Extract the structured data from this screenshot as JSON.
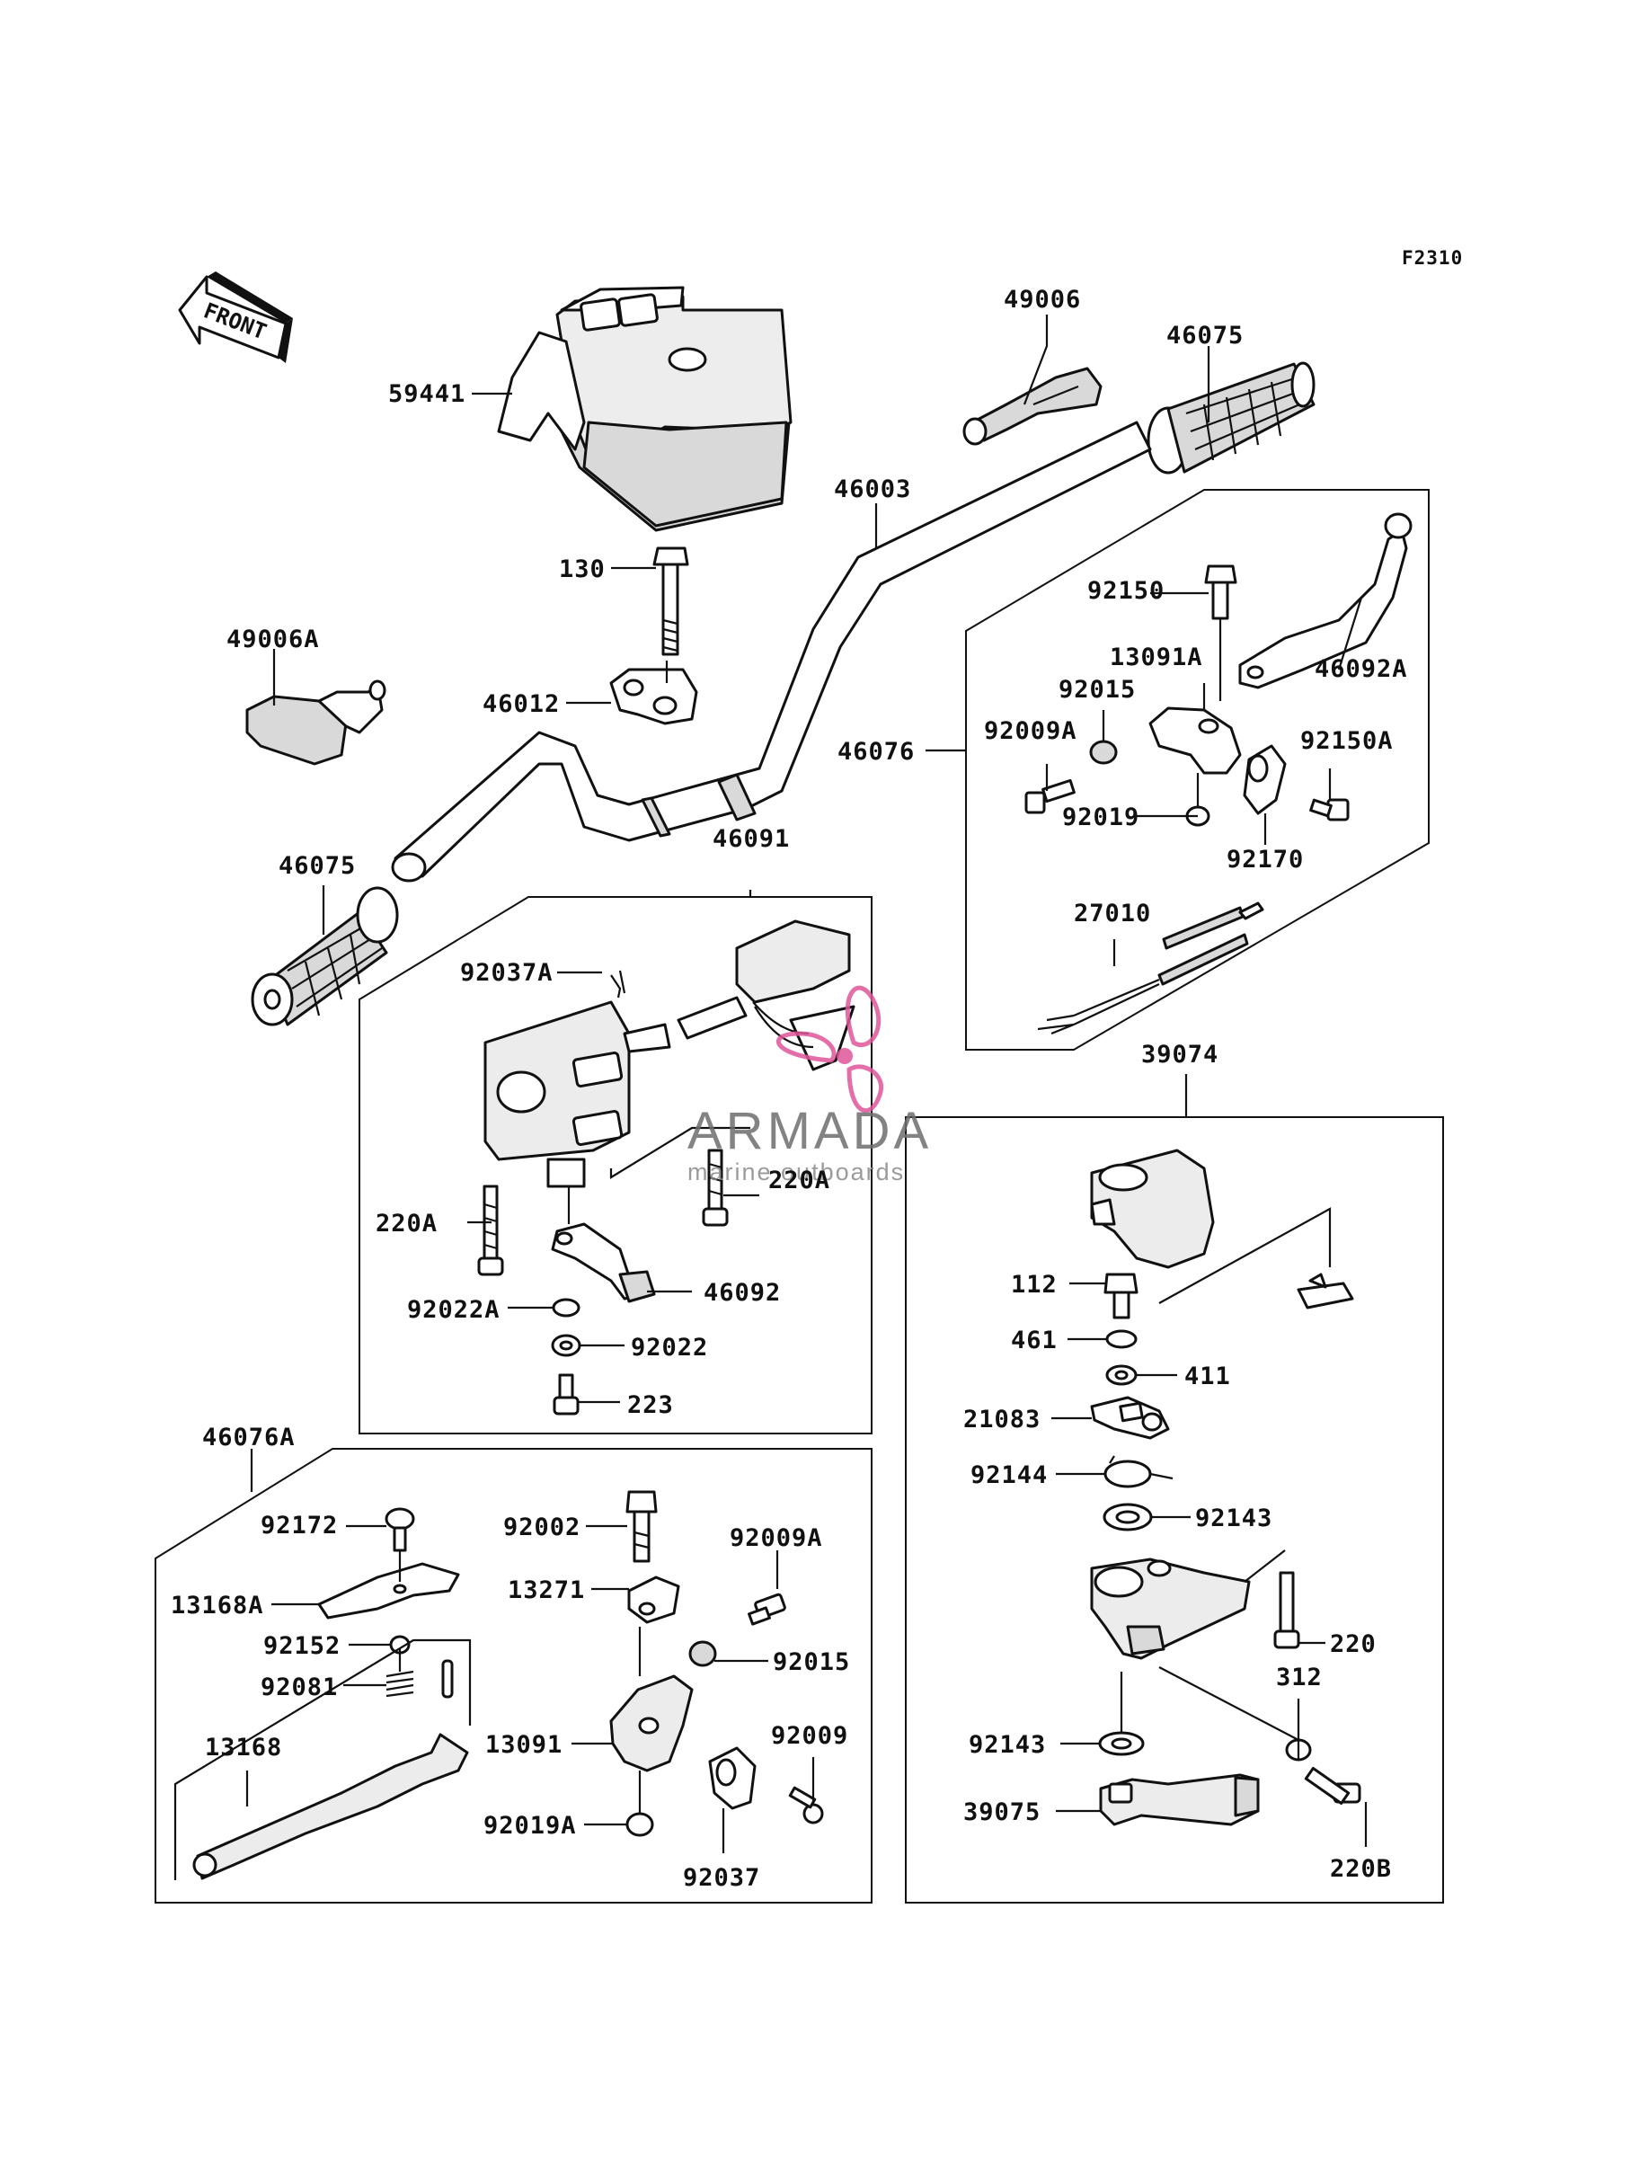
{
  "diagram": {
    "code": "F2310",
    "front_label": "FRONT",
    "watermark": {
      "brand": "ARMADA",
      "tagline": "marine outboards",
      "color": "#e0579a"
    },
    "labels": [
      {
        "id": "59441",
        "text": "59441"
      },
      {
        "id": "49006",
        "text": "49006"
      },
      {
        "id": "46075_top",
        "text": "46075"
      },
      {
        "id": "46003",
        "text": "46003"
      },
      {
        "id": "130",
        "text": "130"
      },
      {
        "id": "49006A",
        "text": "49006A"
      },
      {
        "id": "46012",
        "text": "46012"
      },
      {
        "id": "92150",
        "text": "92150"
      },
      {
        "id": "13091A",
        "text": "13091A"
      },
      {
        "id": "46092A",
        "text": "46092A"
      },
      {
        "id": "92015_top",
        "text": "92015"
      },
      {
        "id": "92009A_top",
        "text": "92009A"
      },
      {
        "id": "46076",
        "text": "46076"
      },
      {
        "id": "92150A",
        "text": "92150A"
      },
      {
        "id": "92019",
        "text": "92019"
      },
      {
        "id": "92170",
        "text": "92170"
      },
      {
        "id": "46075_left",
        "text": "46075"
      },
      {
        "id": "46091",
        "text": "46091"
      },
      {
        "id": "27010",
        "text": "27010"
      },
      {
        "id": "92037A",
        "text": "92037A"
      },
      {
        "id": "39074",
        "text": "39074"
      },
      {
        "id": "220A_right",
        "text": "220A"
      },
      {
        "id": "220A_left",
        "text": "220A"
      },
      {
        "id": "92022A",
        "text": "92022A"
      },
      {
        "id": "46092",
        "text": "46092"
      },
      {
        "id": "92022",
        "text": "92022"
      },
      {
        "id": "223",
        "text": "223"
      },
      {
        "id": "112",
        "text": "112"
      },
      {
        "id": "461",
        "text": "461"
      },
      {
        "id": "411",
        "text": "411"
      },
      {
        "id": "21083",
        "text": "21083"
      },
      {
        "id": "46076A",
        "text": "46076A"
      },
      {
        "id": "92144",
        "text": "92144"
      },
      {
        "id": "92143_top",
        "text": "92143"
      },
      {
        "id": "92172",
        "text": "92172"
      },
      {
        "id": "92002",
        "text": "92002"
      },
      {
        "id": "92009A_bot",
        "text": "92009A"
      },
      {
        "id": "13168A",
        "text": "13168A"
      },
      {
        "id": "13271",
        "text": "13271"
      },
      {
        "id": "92152",
        "text": "92152"
      },
      {
        "id": "92015_bot",
        "text": "92015"
      },
      {
        "id": "220",
        "text": "220"
      },
      {
        "id": "92081",
        "text": "92081"
      },
      {
        "id": "312",
        "text": "312"
      },
      {
        "id": "13168",
        "text": "13168"
      },
      {
        "id": "13091",
        "text": "13091"
      },
      {
        "id": "92009",
        "text": "92009"
      },
      {
        "id": "92143_bot",
        "text": "92143"
      },
      {
        "id": "92019A",
        "text": "92019A"
      },
      {
        "id": "39075",
        "text": "39075"
      },
      {
        "id": "92037",
        "text": "92037"
      },
      {
        "id": "220B",
        "text": "220B"
      }
    ]
  }
}
